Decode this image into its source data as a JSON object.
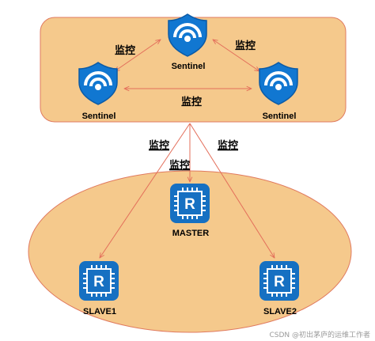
{
  "diagram": {
    "sentinel_top": {
      "label": "Sentinel",
      "icon": "sentinel-shield-icon"
    },
    "sentinel_left": {
      "label": "Sentinel",
      "icon": "sentinel-shield-icon"
    },
    "sentinel_right": {
      "label": "Sentinel",
      "icon": "sentinel-shield-icon"
    },
    "master": {
      "label": "MASTER",
      "icon": "redis-chip-icon"
    },
    "slave1": {
      "label": "SLAVE1",
      "icon": "redis-chip-icon"
    },
    "slave2": {
      "label": "SLAVE2",
      "icon": "redis-chip-icon"
    },
    "chip_letter": "R",
    "edge_labels": {
      "top_left": "监控",
      "top_right": "监控",
      "middle": "监控",
      "down_left": "监控",
      "down_center": "监控",
      "down_right": "监控"
    },
    "colors": {
      "group_fill": "#f5c98c",
      "group_stroke": "#e07a5f",
      "arrow": "#e36e5a",
      "shield": "#1177d1",
      "chip": "#1670c2"
    }
  },
  "watermark": "CSDN @初出茅庐的运维工作者"
}
